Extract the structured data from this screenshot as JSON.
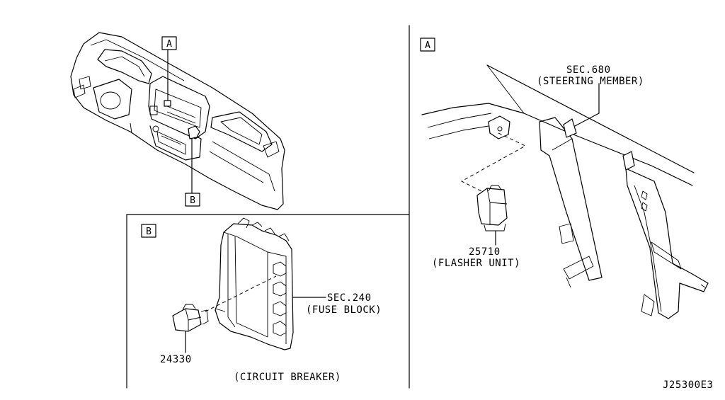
{
  "callouts": {
    "view_a": "A",
    "view_b": "B"
  },
  "parts": {
    "steering_sec": "SEC.680",
    "steering_name": "(STEERING MEMBER)",
    "flasher_no": "25710",
    "flasher_name": "(FLASHER UNIT)",
    "fuse_sec": "SEC.240",
    "fuse_name": "(FUSE BLOCK)",
    "breaker_no": "24330",
    "breaker_name": "(CIRCUIT BREAKER)"
  },
  "diagram_id": "J25300E3"
}
